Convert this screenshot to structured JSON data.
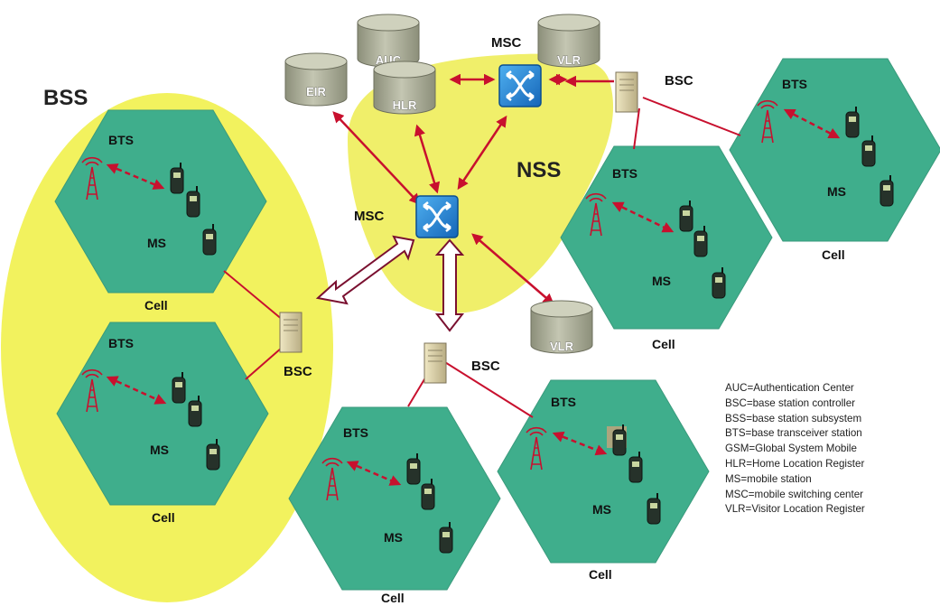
{
  "labels": {
    "bss": "BSS",
    "nss": "NSS",
    "msc_top": "MSC",
    "msc_center": "MSC",
    "bsc_right": "BSC",
    "bsc_left": "BSC",
    "bsc_bottom": "BSC",
    "bts": "BTS",
    "ms": "MS",
    "cell": "Cell"
  },
  "databases": {
    "auc": "AUC",
    "vlr_top": "VLR",
    "eir": "EIR",
    "hlr": "HLR",
    "vlr_bottom": "VLR"
  },
  "legend": [
    "AUC=Authentication Center",
    "BSC=base station controller",
    "BSS=base station subsystem",
    "BTS=base transceiver station",
    "GSM=Global System Mobile",
    "HLR=Home Location Register",
    "MS=mobile station",
    "MSC=mobile switching center",
    "VLR=Visitor Location Register"
  ],
  "colors": {
    "bss_region": "#f2f25e",
    "nss_region": "#f0ef6a",
    "cell_fill": "#3fae8c",
    "link_red": "#c8102e",
    "switch_blue": "#1e88d8",
    "database_gray": "#a8ab96",
    "bsc_tan": "#d8cfa8"
  }
}
